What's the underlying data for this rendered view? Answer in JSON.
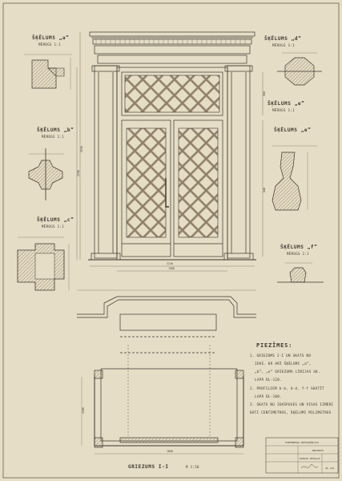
{
  "sections": {
    "a": {
      "title": "ŠĶĒLUMS „a”",
      "scale": "MĒROGS 1:1"
    },
    "b": {
      "title": "ŠĶĒLUMS „b”",
      "scale": "MĒROGS 1:1"
    },
    "c": {
      "title": "ŠĶĒLUMS „c”",
      "scale": "MĒROGS 1:1"
    },
    "d": {
      "title": "ŠĶĒLUMS „d”",
      "scale": "MĒROGS 1:1"
    },
    "e": {
      "title": "ŠĶĒLUMS „e”",
      "scale": "MĒROGS 1:1"
    },
    "f": {
      "title": "ŠĶĒLUMS „f”",
      "scale": "MĒROGS 1:1"
    }
  },
  "dimensions": {
    "door_width": "1300",
    "opening_width": "2210",
    "height_total": "3150",
    "height_frame": "2390",
    "transom": "500",
    "leaf": "640",
    "plan_width": "1850",
    "plan_depth": "1500"
  },
  "plan": {
    "title": "GRIEZUMS I-I",
    "scale": "M 1:50"
  },
  "notes": {
    "heading": "PIEZĪMES:",
    "lines": [
      "1. GRIEZUMS I-I UN SKATS NO",
      "IEKŠ. KĀ ARĪ ŠĶĒLUMI „a”,",
      "„b”, „e” GRIEZUMA LĪNIJAS SK.",
      "LAPĀ DL-120.",
      "2. PROFILIEM b-b, d-d, f-f SKATĪT",
      "LAPĀ DL-100.",
      "3. SKATS NO IEKŠPUSES UN VISAS IZMĒRI",
      "DOTI CENTIMETROS, ŠĶĒLUMI MILIMETROS"
    ]
  },
  "title_block": {
    "line1": "PIEMINEKĻU RESTAURĀCIJA",
    "line2": "PROJEKTS",
    "line3": "DURVJU DETAĻAS",
    "sheet": "DL-121"
  },
  "colors": {
    "paper": "#e6ddc6",
    "ink": "#3b352c",
    "hatch": "#8c7b63"
  }
}
